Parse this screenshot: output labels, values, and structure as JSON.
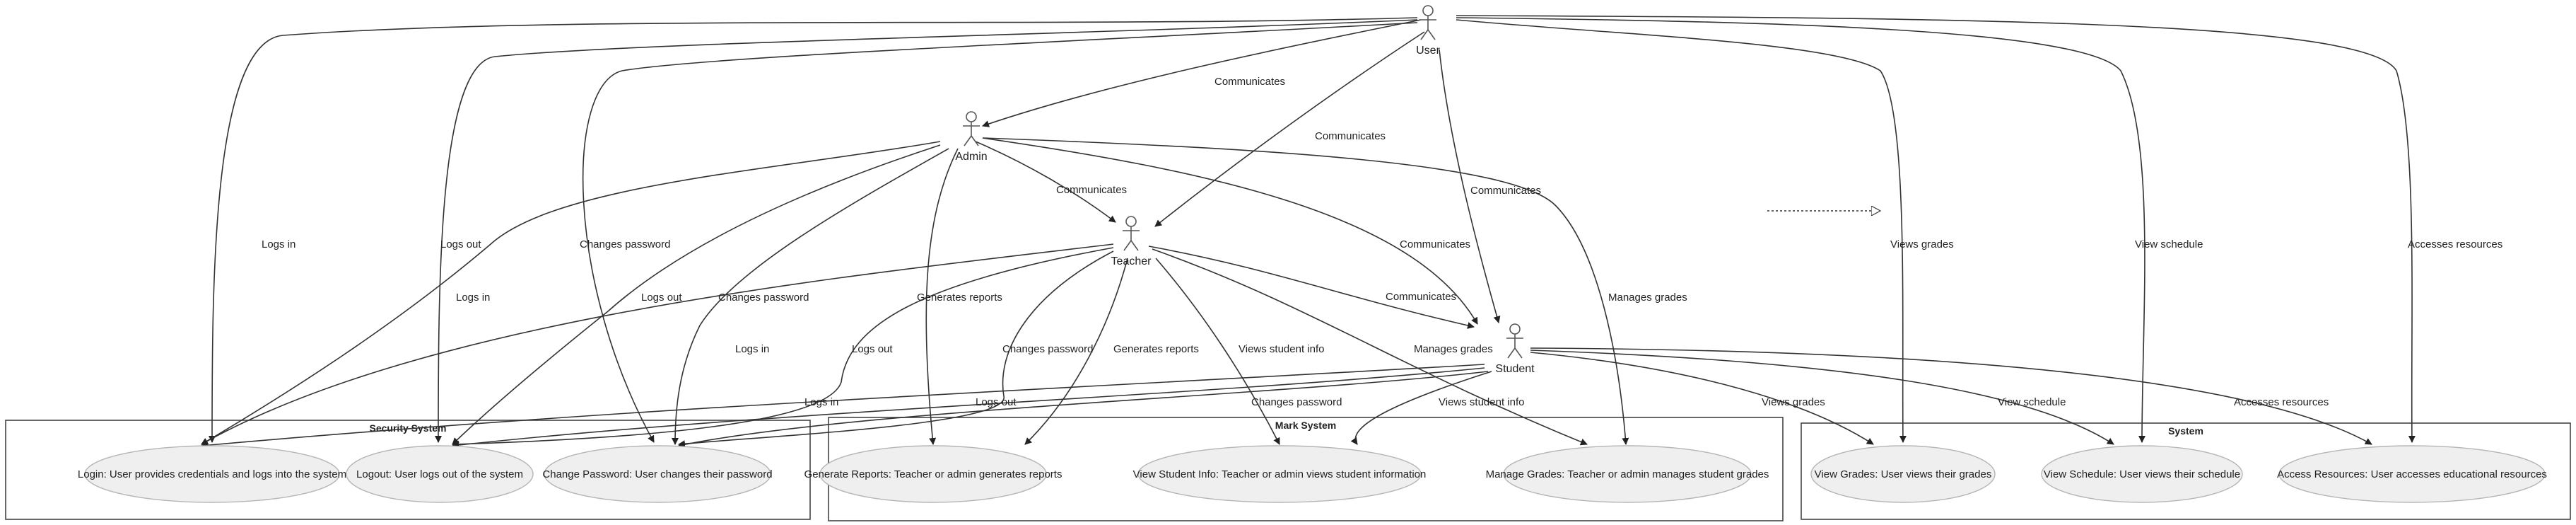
{
  "diagram": {
    "actors": [
      {
        "id": "user",
        "label": "User"
      },
      {
        "id": "admin",
        "label": "Admin"
      },
      {
        "id": "teacher",
        "label": "Teacher"
      },
      {
        "id": "student",
        "label": "Student"
      }
    ],
    "systems": [
      {
        "id": "security",
        "title": "Security System"
      },
      {
        "id": "mark",
        "title": "Mark System"
      },
      {
        "id": "system",
        "title": "System"
      }
    ],
    "use_cases": [
      {
        "id": "login",
        "label": "Login: User provides credentials and logs into the system"
      },
      {
        "id": "logout",
        "label": "Logout: User logs out of the system"
      },
      {
        "id": "changepw",
        "label": "Change Password: User changes their password"
      },
      {
        "id": "genrep",
        "label": "Generate Reports: Teacher or admin generates reports"
      },
      {
        "id": "viewstu",
        "label": "View Student Info: Teacher or admin views student information"
      },
      {
        "id": "mgrades",
        "label": "Manage Grades: Teacher or admin manages student grades"
      },
      {
        "id": "vgrades",
        "label": "View Grades: User views their grades"
      },
      {
        "id": "vsched",
        "label": "View Schedule: User views their schedule"
      },
      {
        "id": "access",
        "label": "Access Resources: User accesses educational resources"
      }
    ],
    "edge_labels": {
      "user_admin": "Communicates",
      "user_teacher": "Communicates",
      "user_student": "Communicates",
      "user_login": "Logs in",
      "user_logout": "Logs out",
      "user_changepw": "Changes password",
      "user_vgrades": "Views grades",
      "user_vsched": "View schedule",
      "user_access": "Accesses resources",
      "admin_teacher": "Communicates",
      "admin_student": "Communicates",
      "admin_login": "Logs in",
      "admin_logout": "Logs out",
      "admin_changepw": "Changes password",
      "admin_genrep": "Generates reports",
      "admin_mgrades": "Manages grades",
      "teacher_student": "Communicates",
      "teacher_login": "Logs in",
      "teacher_logout": "Logs out",
      "teacher_changepw": "Changes password",
      "teacher_genrep": "Generates reports",
      "teacher_viewstu": "Views student info",
      "teacher_mgrades": "Manages grades",
      "student_login": "Logs in",
      "student_logout": "Logs out",
      "student_changepw": "Changes password",
      "student_viewstu": "Views student info",
      "student_vgrades": "Views grades",
      "student_vsched": "View schedule",
      "student_access": "Accesses resources"
    }
  }
}
